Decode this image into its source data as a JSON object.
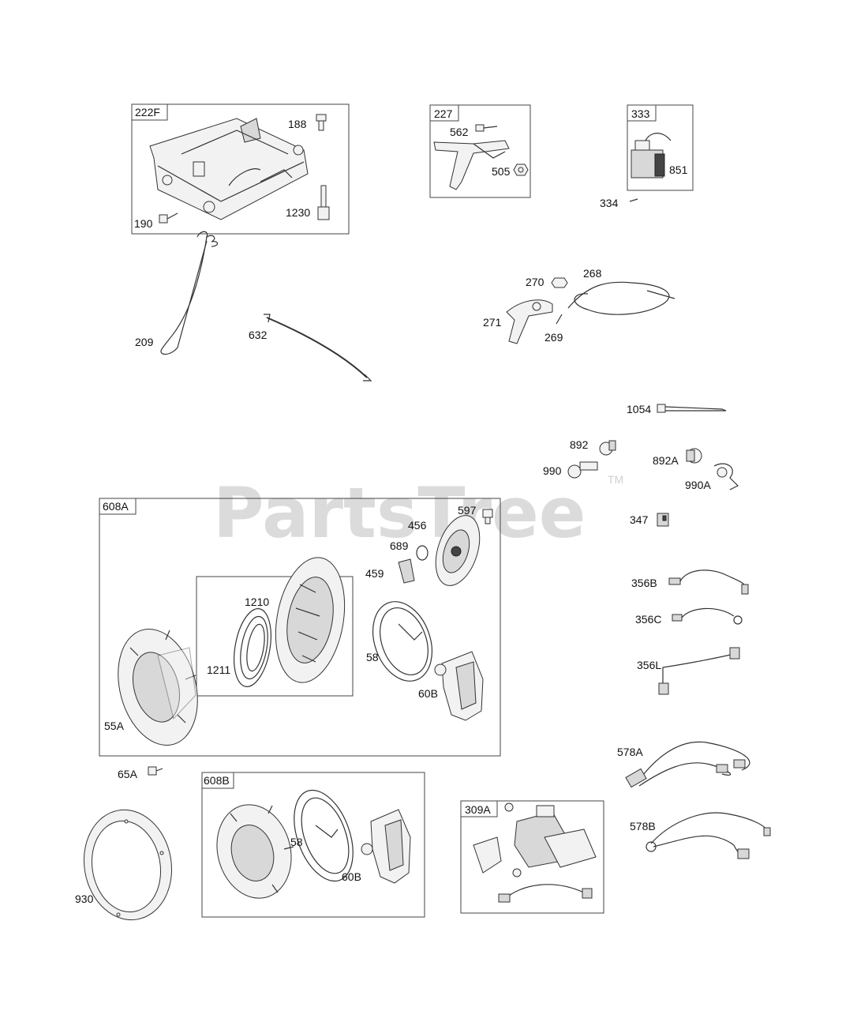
{
  "watermark": {
    "text": "PartsTree",
    "tm": "TM"
  },
  "boxes": [
    "222F",
    "227",
    "333",
    "608A",
    "608B",
    "309A"
  ],
  "parts": [
    "188",
    "190",
    "1230",
    "562",
    "505",
    "851",
    "334",
    "270",
    "268",
    "271",
    "269",
    "209",
    "632",
    "1054",
    "892",
    "990",
    "892A",
    "990A",
    "347",
    "597",
    "456",
    "689",
    "459",
    "1210",
    "1211",
    "58",
    "60B",
    "55A",
    "356B",
    "356C",
    "356L",
    "578A",
    "578B",
    "65A",
    "930",
    "58",
    "60B"
  ]
}
